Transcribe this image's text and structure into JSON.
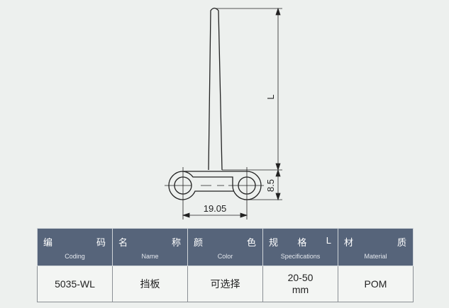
{
  "drawing": {
    "dimension_length": "L",
    "dimension_height": "8.5",
    "dimension_pitch": "19.05"
  },
  "table": {
    "headers": [
      {
        "zh": [
          "编",
          "码"
        ],
        "en": "Coding"
      },
      {
        "zh": [
          "名",
          "称"
        ],
        "en": "Name"
      },
      {
        "zh": [
          "颜",
          "色"
        ],
        "en": "Color"
      },
      {
        "zh": [
          "规",
          "格",
          "L"
        ],
        "en": "Specifications"
      },
      {
        "zh": [
          "材",
          "质"
        ],
        "en": "Material"
      }
    ],
    "row": [
      "5035-WL",
      "挡板",
      "可选择",
      "20-50\nmm",
      "POM"
    ]
  }
}
